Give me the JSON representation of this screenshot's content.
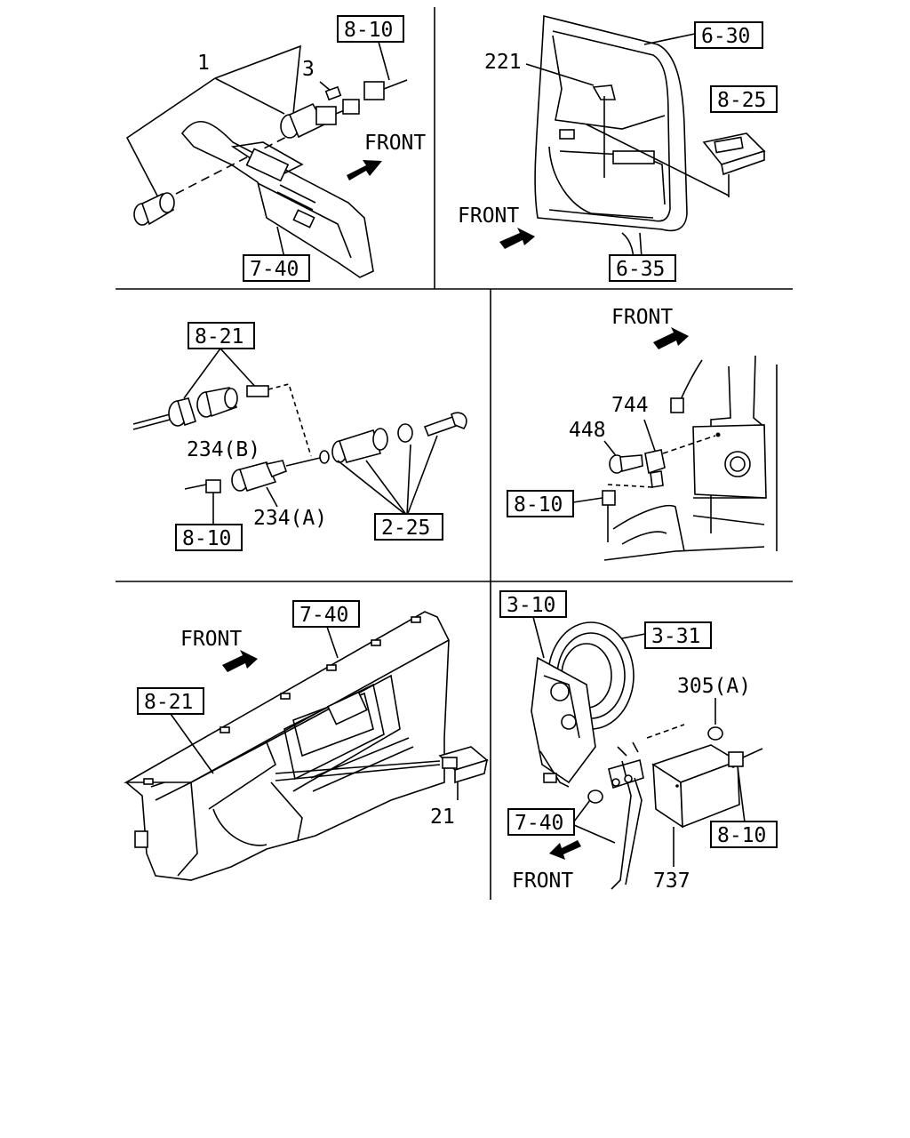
{
  "front_label": "FRONT",
  "panels": {
    "tl": {
      "ref_8_10": "8-10",
      "ref_7_40": "7-40",
      "num_1": "1",
      "num_3": "3"
    },
    "tr": {
      "ref_6_30": "6-30",
      "ref_8_25": "8-25",
      "ref_6_35": "6-35",
      "num_221": "221"
    },
    "ml": {
      "ref_8_21": "8-21",
      "ref_8_10": "8-10",
      "ref_2_25": "2-25",
      "num_234b": "234(B)",
      "num_234a": "234(A)"
    },
    "mr": {
      "ref_8_10": "8-10",
      "num_744": "744",
      "num_448": "448"
    },
    "bl": {
      "ref_7_40": "7-40",
      "ref_8_21": "8-21",
      "num_21": "21"
    },
    "br": {
      "ref_3_10": "3-10",
      "ref_3_31": "3-31",
      "ref_7_40": "7-40",
      "ref_8_10": "8-10",
      "num_305a": "305(A)",
      "num_737": "737"
    }
  }
}
